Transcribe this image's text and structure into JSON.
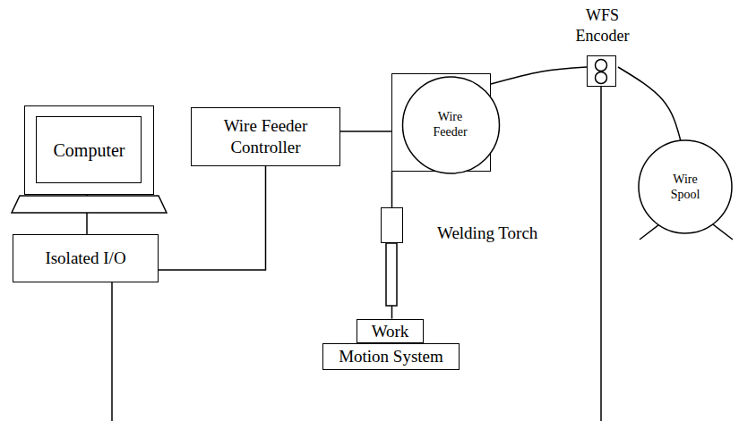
{
  "diagram": {
    "nodes": [
      {
        "text": [
          "Computer"
        ]
      },
      {
        "text": [
          "Wire Feeder Controller"
        ]
      },
      {
        "text": [
          "Wire Feeder"
        ]
      },
      {
        "text": [
          "WFS Encoder"
        ]
      },
      {
        "text": [
          "Wire Spool"
        ]
      },
      {
        "text": [
          "Welding Torch"
        ]
      },
      {
        "text": [
          "Isolated I/O"
        ]
      },
      {
        "text": [
          "Work"
        ]
      },
      {
        "text": [
          "Motion System"
        ]
      }
    ],
    "edges": [
      {
        "from": 0,
        "to": 6,
        "arrow": "none"
      },
      {
        "from": 6,
        "to": 1,
        "arrow": "none"
      },
      {
        "from": 1,
        "to": 2,
        "arrow": "none"
      },
      {
        "from": 2,
        "to": 5,
        "arrow": "none"
      },
      {
        "from": 5,
        "to": 7,
        "arrow": "none"
      },
      {
        "from": 4,
        "to": 3,
        "arrow": "none"
      },
      {
        "from": 3,
        "to": 2,
        "arrow": "none"
      }
    ]
  }
}
